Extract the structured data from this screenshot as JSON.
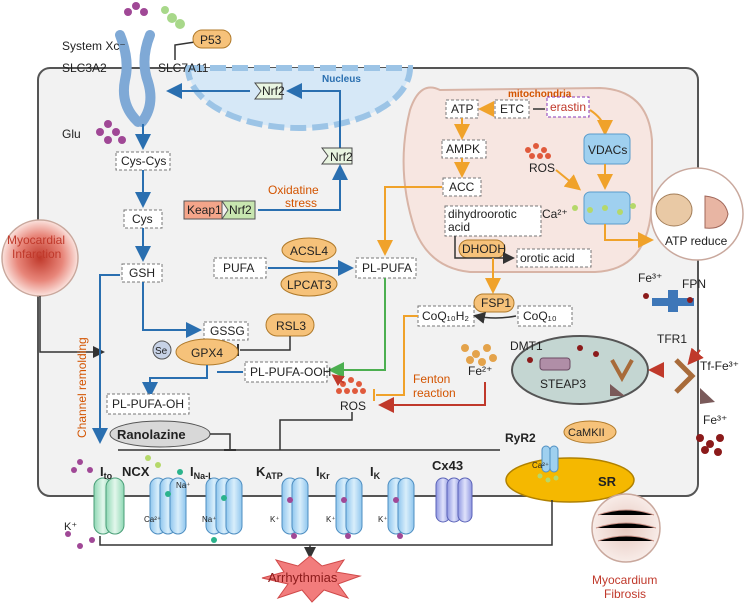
{
  "colors": {
    "blue_arrow": "#2a6fb0",
    "orange_arrow": "#f0a22a",
    "green_arrow": "#4caf50",
    "red_arrow": "#c0392b",
    "cell_bg": "#f2f2f2",
    "nucleus_bg": "#d6e8f7",
    "mito_bg": "#f7e6e1",
    "pill_orange": "#f6c27a",
    "pill_red": "#f4a58a",
    "sr_yellow": "#f5b800"
  },
  "labels": {
    "system_xc": "System Xc⁻",
    "slc3a2": "SLC3A2",
    "slc7a11": "SLC7A11",
    "p53": "P53",
    "glu": "Glu",
    "nucleus": "Nucleus",
    "nrf2_nucleus": "Nrf2",
    "nrf2_cyto": "Nrf2",
    "keap1": "Keap1",
    "nrf2_keap": "Nrf2",
    "oxidative_stress_line1": "Oxidatine",
    "oxidative_stress_line2": "stress",
    "cys_cys": "Cys-Cys",
    "cys": "Cys",
    "gsh": "GSH",
    "gssg": "GSSG",
    "rsl3": "RSL3",
    "se": "Se",
    "gpx4": "GPX4",
    "pufa": "PUFA",
    "acsl4": "ACSL4",
    "lpcat3": "LPCAT3",
    "pl_pufa": "PL-PUFA",
    "pl_pufa_ooh": "PL-PUFA-OOH",
    "pl_pufa_oh": "PL-PUFA-OH",
    "mitochondria": "mitochondria",
    "atp": "ATP",
    "etc": "ETC",
    "erastin": "erastin",
    "ampk": "AMPK",
    "acc": "ACC",
    "ros_mito": "ROS",
    "vdacs": "VDACs",
    "ca2": "Ca²⁺",
    "dihydroorotic_line1": "dihydroorotic",
    "dihydroorotic_line2": "acid",
    "dhodh": "DHODH",
    "orotic_acid": "orotic acid",
    "atp_reduce": "ATP reduce",
    "fsp1": "FSP1",
    "coq10h2": "CoQ₁₀H₂",
    "coq10": "CoQ₁₀",
    "dmt1": "DMT1",
    "steap3": "STEAP3",
    "fe2": "Fe²⁺",
    "fe3_top": "Fe³⁺",
    "fpn": "FPN",
    "tfr1": "TFR1",
    "tf_fe3": "Tf-Fe³⁺",
    "fe3_bottom": "Fe³⁺",
    "fenton_line1": "Fenton",
    "fenton_line2": "reaction",
    "ros_main": "ROS",
    "myocardial_infarction_line1": "Myocardial",
    "myocardial_infarction_line2": "Infarction",
    "channel_remolding": "Channel remolding",
    "ranolazine": "Ranolazine",
    "ito": "I",
    "ito_sub": "to",
    "ncx": "NCX",
    "ina_l": "I",
    "ina_l_sub": "Na-L",
    "katp": "K",
    "katp_sub": "ATP",
    "ikr": "I",
    "ikr_sub": "Kr",
    "ik": "I",
    "ik_sub": "K",
    "cx43": "Cx43",
    "ryr2": "RyR2",
    "camkii": "CaMKII",
    "sr": "SR",
    "k_plus": "K⁺",
    "na_plus": "Na⁺",
    "ca_plus": "Ca²⁺",
    "arrhythmias": "Arrhythmias",
    "myocardium_fibrosis_line1": "Myocardium",
    "myocardium_fibrosis_line2": "Fibrosis"
  }
}
